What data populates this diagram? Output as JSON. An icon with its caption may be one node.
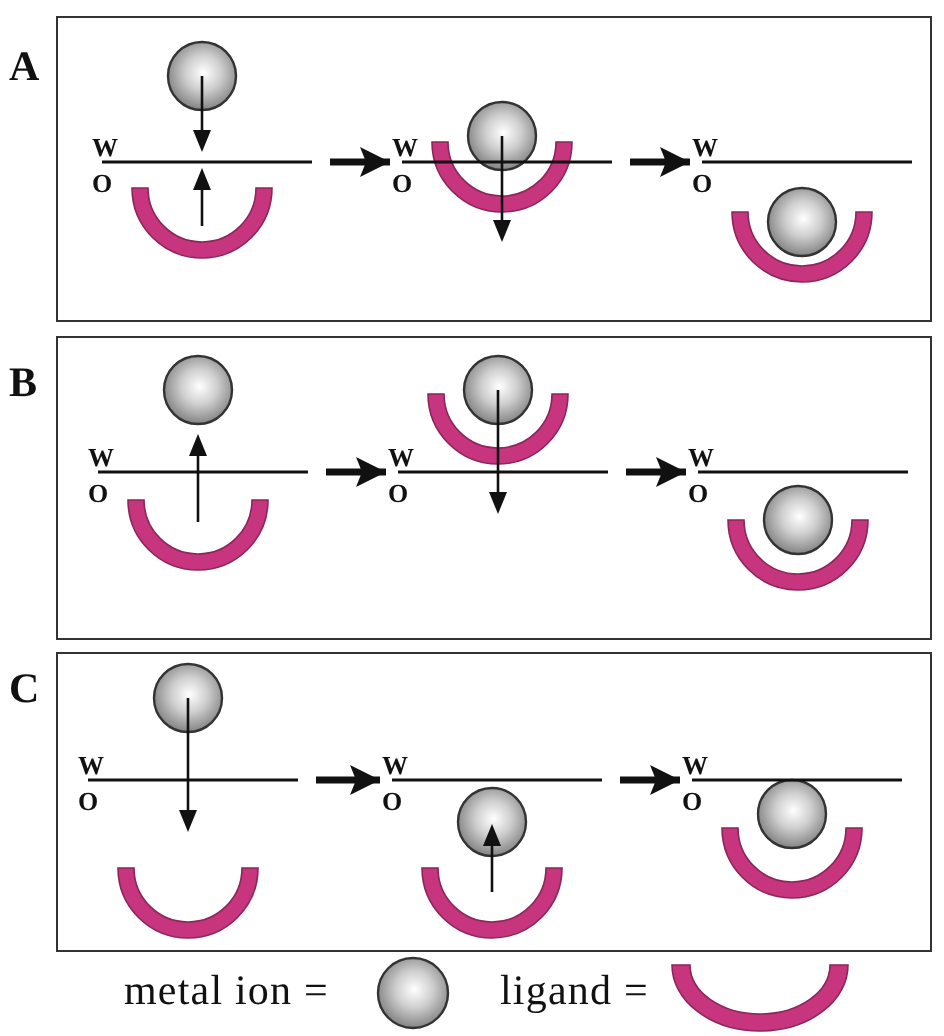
{
  "diagram": {
    "nodes": [
      {
        "text": [
          "A"
        ]
      },
      {
        "text": [
          "W",
          "O"
        ],
        "in": 0
      },
      {
        "text": [
          "W",
          "O"
        ],
        "in": 0
      },
      {
        "text": [
          "W",
          "O"
        ],
        "in": 0
      },
      {
        "text": [
          "B"
        ]
      },
      {
        "text": [
          "W",
          "O"
        ],
        "in": 4
      },
      {
        "text": [
          "W",
          "O"
        ],
        "in": 4
      },
      {
        "text": [
          "W",
          "O"
        ],
        "in": 4
      },
      {
        "text": [
          "C"
        ]
      },
      {
        "text": [
          "W",
          "O"
        ],
        "in": 8
      },
      {
        "text": [
          "W",
          "O"
        ],
        "in": 8
      },
      {
        "text": [
          "W",
          "O"
        ],
        "in": 8
      }
    ],
    "edges": [
      {
        "from": 1,
        "to": 2,
        "arrow": "to"
      },
      {
        "from": 2,
        "to": 3,
        "arrow": "to"
      },
      {
        "from": 5,
        "to": 6,
        "arrow": "to"
      },
      {
        "from": 6,
        "to": 7,
        "arrow": "to"
      },
      {
        "from": 9,
        "to": 10,
        "arrow": "to"
      },
      {
        "from": 10,
        "to": 11,
        "arrow": "to"
      }
    ],
    "legend": [
      {
        "text": "metal ion ="
      },
      {
        "text": "ligand ="
      }
    ]
  }
}
